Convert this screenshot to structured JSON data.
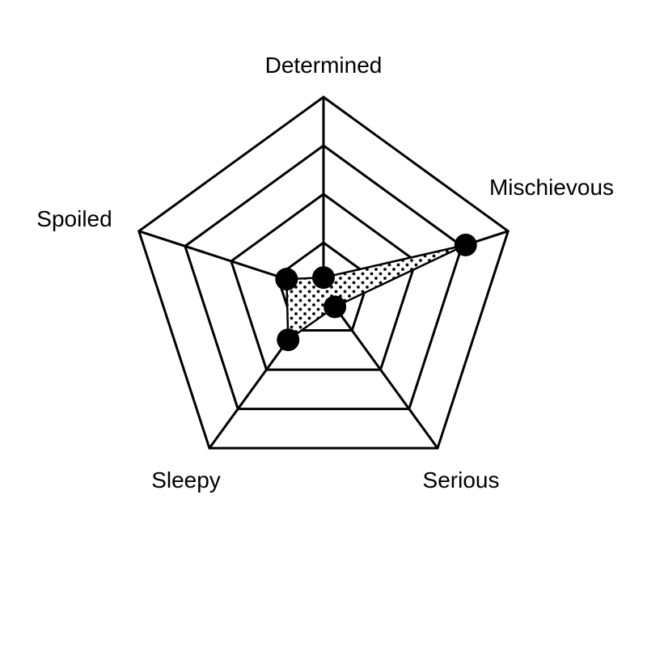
{
  "chart_data": {
    "type": "radar",
    "axes": [
      "Determined",
      "Mischievous",
      "Serious",
      "Sleepy",
      "Spoiled"
    ],
    "r_range": [
      0,
      5
    ],
    "rings": 4,
    "grid": true,
    "fill_pattern": "dots",
    "series": [
      {
        "values": [
          0.35,
          3.85,
          0.5,
          1.55,
          1.0
        ]
      }
    ],
    "colors": {
      "stroke": "#000000",
      "marker": "#000000",
      "background": "#ffffff"
    }
  }
}
